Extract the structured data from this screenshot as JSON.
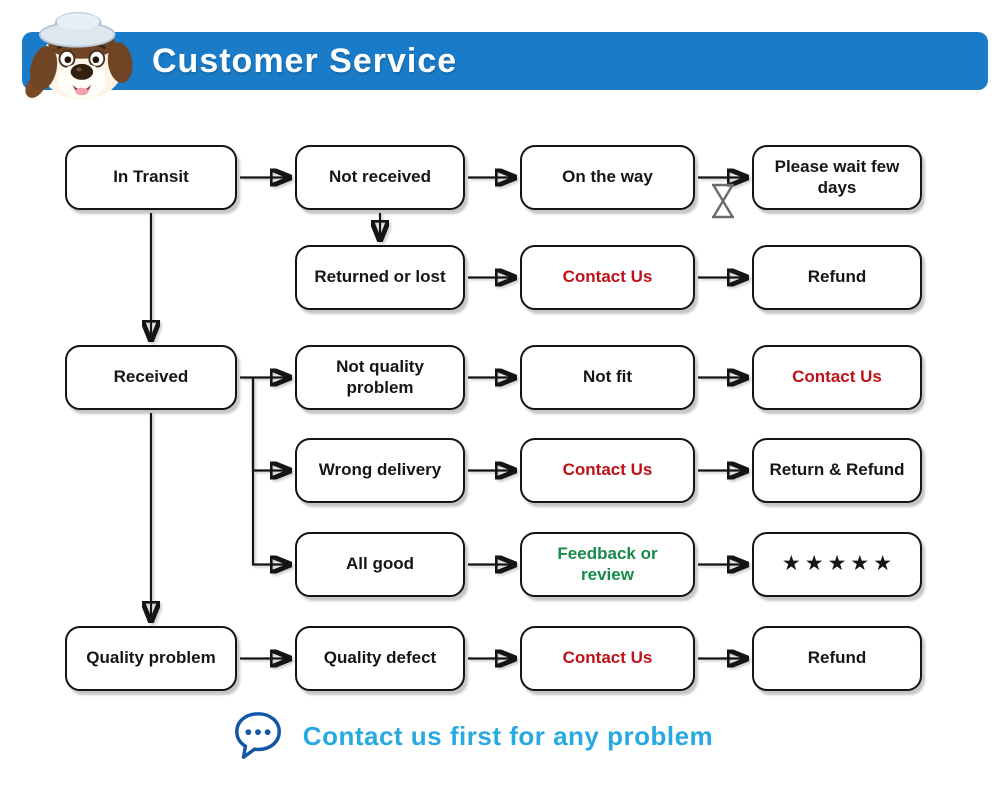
{
  "header": {
    "title": "Customer Service",
    "mascot": "dog-mascot-icon"
  },
  "colors": {
    "header_bg": "#1a7cc8",
    "ink": "#141414",
    "red": "#bf1218",
    "green": "#178a4b",
    "footer_text": "#29a9e1",
    "bubble": "#1356a8",
    "hourglass": "#6b6b6b"
  },
  "diagram": {
    "type": "flowchart",
    "nodes": [
      {
        "id": "in-transit",
        "label": "In Transit",
        "col": 0,
        "row": 0
      },
      {
        "id": "not-received",
        "label": "Not received",
        "col": 1,
        "row": 0
      },
      {
        "id": "on-the-way",
        "label": "On the way",
        "col": 2,
        "row": 0
      },
      {
        "id": "please-wait",
        "label": "Please wait few days",
        "col": 3,
        "row": 0
      },
      {
        "id": "returned-or-lost",
        "label": "Returned or lost",
        "col": 1,
        "row": 1
      },
      {
        "id": "contact-us-1",
        "label": "Contact Us",
        "col": 2,
        "row": 1,
        "color": "red"
      },
      {
        "id": "refund-1",
        "label": "Refund",
        "col": 3,
        "row": 1
      },
      {
        "id": "received",
        "label": "Received",
        "col": 0,
        "row": 2
      },
      {
        "id": "not-quality-problem",
        "label": "Not quality problem",
        "col": 1,
        "row": 2
      },
      {
        "id": "not-fit",
        "label": "Not fit",
        "col": 2,
        "row": 2
      },
      {
        "id": "contact-us-2",
        "label": "Contact Us",
        "col": 3,
        "row": 2,
        "color": "red"
      },
      {
        "id": "wrong-delivery",
        "label": "Wrong delivery",
        "col": 1,
        "row": 3
      },
      {
        "id": "contact-us-3",
        "label": "Contact Us",
        "col": 2,
        "row": 3,
        "color": "red"
      },
      {
        "id": "return-refund",
        "label": "Return & Refund",
        "col": 3,
        "row": 3
      },
      {
        "id": "all-good",
        "label": "All good",
        "col": 1,
        "row": 4
      },
      {
        "id": "feedback-review",
        "label": "Feedback or review",
        "col": 2,
        "row": 4,
        "color": "green"
      },
      {
        "id": "five-stars",
        "label": "★★★★★",
        "col": 3,
        "row": 4,
        "stars": true
      },
      {
        "id": "quality-problem",
        "label": "Quality problem",
        "col": 0,
        "row": 5
      },
      {
        "id": "quality-defect",
        "label": "Quality defect",
        "col": 1,
        "row": 5
      },
      {
        "id": "contact-us-4",
        "label": "Contact Us",
        "col": 2,
        "row": 5,
        "color": "red"
      },
      {
        "id": "refund-2",
        "label": "Refund",
        "col": 3,
        "row": 5
      }
    ],
    "edges": [
      {
        "type": "h",
        "from": "in-transit",
        "to": "not-received"
      },
      {
        "type": "h",
        "from": "not-received",
        "to": "on-the-way"
      },
      {
        "type": "h",
        "from": "on-the-way",
        "to": "please-wait",
        "icon": "hourglass-icon"
      },
      {
        "type": "v",
        "from": "not-received",
        "to": "returned-or-lost"
      },
      {
        "type": "h",
        "from": "returned-or-lost",
        "to": "contact-us-1"
      },
      {
        "type": "h",
        "from": "contact-us-1",
        "to": "refund-1"
      },
      {
        "type": "v",
        "from": "in-transit",
        "to": "received"
      },
      {
        "type": "h",
        "from": "received",
        "to": "not-quality-problem"
      },
      {
        "type": "h",
        "from": "not-quality-problem",
        "to": "not-fit"
      },
      {
        "type": "h",
        "from": "not-fit",
        "to": "contact-us-2"
      },
      {
        "type": "branch",
        "from": "received",
        "to": "wrong-delivery"
      },
      {
        "type": "h",
        "from": "wrong-delivery",
        "to": "contact-us-3"
      },
      {
        "type": "h",
        "from": "contact-us-3",
        "to": "return-refund"
      },
      {
        "type": "branch",
        "from": "received",
        "to": "all-good"
      },
      {
        "type": "h",
        "from": "all-good",
        "to": "feedback-review"
      },
      {
        "type": "h",
        "from": "feedback-review",
        "to": "five-stars"
      },
      {
        "type": "v",
        "from": "received",
        "to": "quality-problem"
      },
      {
        "type": "h",
        "from": "quality-problem",
        "to": "quality-defect"
      },
      {
        "type": "h",
        "from": "quality-defect",
        "to": "contact-us-4"
      },
      {
        "type": "h",
        "from": "contact-us-4",
        "to": "refund-2"
      }
    ]
  },
  "footer": {
    "icon": "speech-bubble-icon",
    "text": "Contact us first for any problem"
  }
}
